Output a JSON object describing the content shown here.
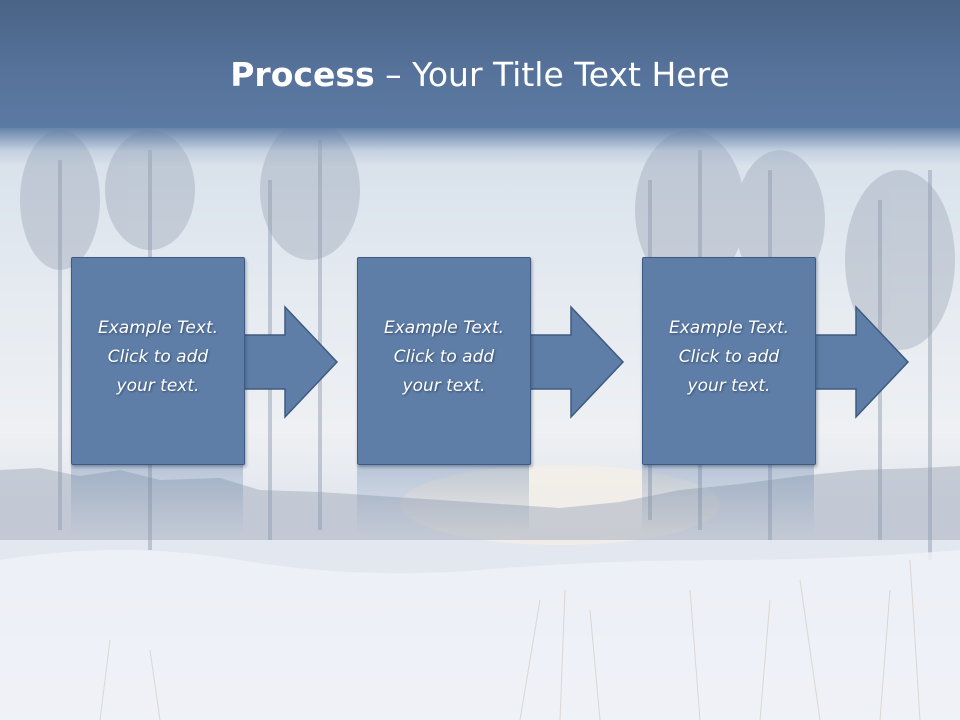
{
  "slide": {
    "title_bold": "Process",
    "title_rest": " – Your Title Text Here",
    "steps": [
      {
        "lines": [
          "Example Text.",
          "Click  to add",
          "your text."
        ]
      },
      {
        "lines": [
          "Example Text.",
          "Click  to add",
          "your text."
        ]
      },
      {
        "lines": [
          "Example Text.",
          "Click  to add",
          "your text."
        ]
      }
    ]
  },
  "theme": {
    "title_band": "#56729a",
    "box_fill": "#5e7ea8",
    "box_border": "#3e5a80",
    "text": "#ffffff"
  }
}
